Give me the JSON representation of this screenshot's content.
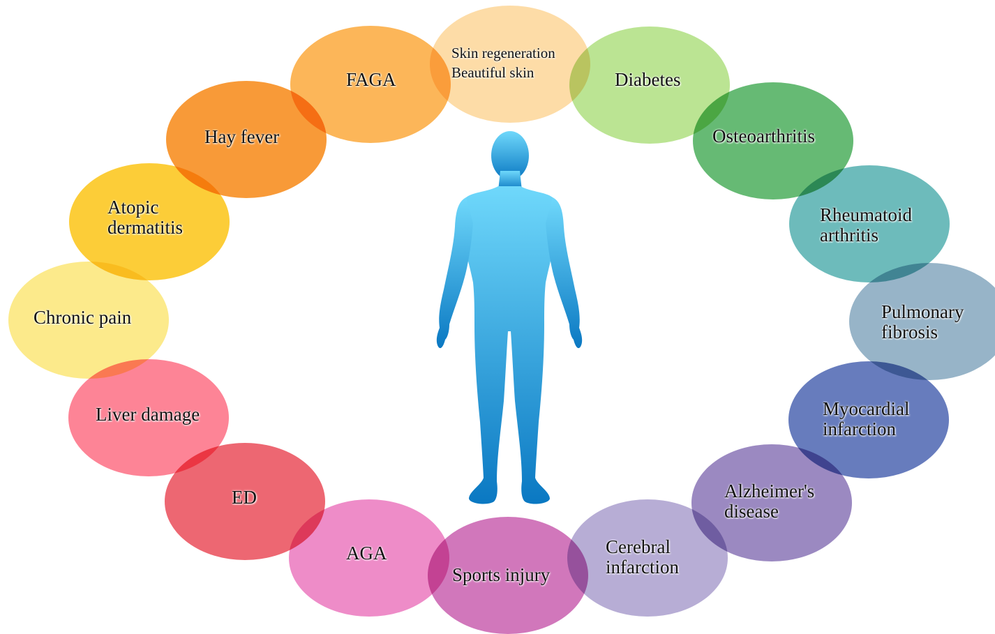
{
  "colors": {
    "figure_top": "#6fd8fb",
    "figure_bottom": "#0a78c2"
  },
  "bubbles": [
    {
      "label": "Skin regeneration\nBeautiful skin",
      "color": "#fdd28e"
    },
    {
      "label": "Diabetes",
      "color": "#a8dc74"
    },
    {
      "label": "Osteoarthritis",
      "color": "#3aa74d"
    },
    {
      "label": "Rheumatoid\narthritis",
      "color": "#43a8a8"
    },
    {
      "label": "Pulmonary\nfibrosis",
      "color": "#7a9fb8"
    },
    {
      "label": "Myocardial\ninfarction",
      "color": "#3c57aa"
    },
    {
      "label": "Alzheimer's\ndisease",
      "color": "#7f68b0"
    },
    {
      "label": "Cerebral\ninfarction",
      "color": "#a396c9"
    },
    {
      "label": "Sports injury",
      "color": "#c451a8"
    },
    {
      "label": "AGA",
      "color": "#ea6cb9"
    },
    {
      "label": "ED",
      "color": "#e83c4a"
    },
    {
      "label": "Liver damage",
      "color": "#fd6178"
    },
    {
      "label": "Chronic pain",
      "color": "#fbe46a"
    },
    {
      "label": "Atopic\ndermatitis",
      "color": "#fcbf00"
    },
    {
      "label": "Hay fever",
      "color": "#f67e00"
    },
    {
      "label": "FAGA",
      "color": "#fca22a"
    }
  ]
}
